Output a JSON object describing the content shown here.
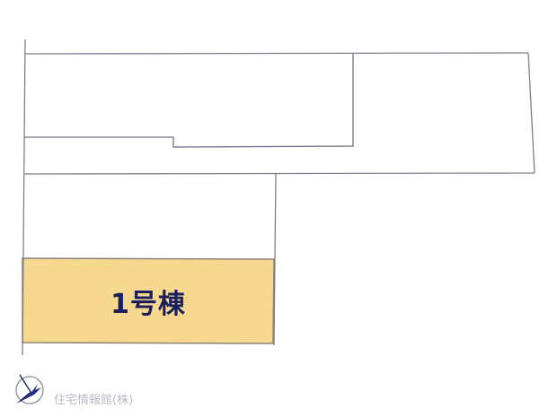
{
  "site_plan": {
    "lot_label": "1号棟",
    "lot_fill_color": "#F7D88F",
    "line_color": "#7d7f8c",
    "label_color": "#1c1f5e"
  },
  "footer": {
    "company_name": "住宅情報館(株)",
    "logo_icon": "compass-bird-logo"
  }
}
